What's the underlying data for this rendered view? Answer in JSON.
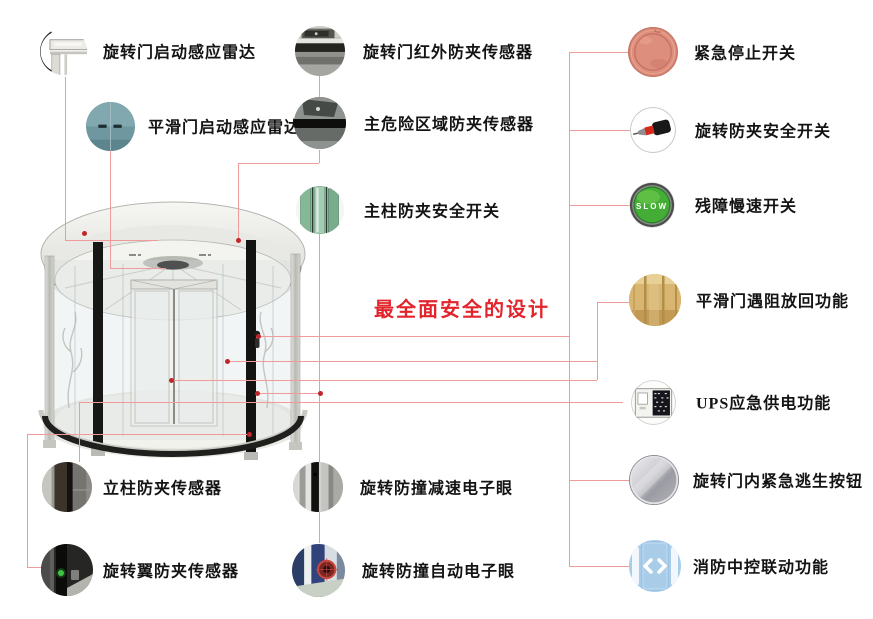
{
  "title": {
    "text": "最全面安全的设计"
  },
  "colors": {
    "accent_red": "#e2242c",
    "connector": "#f09b9b",
    "anchor_dot": "#c2252c",
    "label_text": "#141414",
    "slow_button_green": "#43ad35",
    "stop_button_red": "#de8e7c",
    "fire_icon_blue": "#a9cce9",
    "gold_door": "#d3ae67",
    "teal_sensor": "#6e97a0"
  },
  "items": [
    {
      "id": "door-activation-radar",
      "label": "旋转门启动感应雷达",
      "icon": "door-canopy-corner-photo"
    },
    {
      "id": "revolving-door-ir-anti-pinch-sensor",
      "label": "旋转门红外防夹传感器",
      "icon": "metal-band-sensor-photo"
    },
    {
      "id": "emergency-stop-switch",
      "label": "紧急停止开关",
      "icon": "red-stop-button-photo"
    },
    {
      "id": "sliding-door-activation-radar",
      "label": "平滑门启动感应雷达",
      "icon": "teal-radar-sensor-photo"
    },
    {
      "id": "main-danger-zone-anti-pinch-sensor",
      "label": "主危险区域防夹传感器",
      "icon": "dark-band-sensor-photo"
    },
    {
      "id": "rotation-anti-pinch-safety-switch",
      "label": "旋转防夹安全开关",
      "icon": "probe-sensor-photo"
    },
    {
      "id": "main-post-anti-pinch-safety-switch",
      "label": "主柱防夹安全开关",
      "icon": "glass-post-photo"
    },
    {
      "id": "disabled-slow-switch",
      "label": "残障慢速开关",
      "icon": "green-slow-button-photo",
      "button_text": "SLOW"
    },
    {
      "id": "sliding-door-obstacle-return",
      "label": "平滑门遇阻放回功能",
      "icon": "gold-door-panel-photo"
    },
    {
      "id": "ups-emergency-power",
      "label": "UPS应急供电功能",
      "icon": "ups-box-photo"
    },
    {
      "id": "post-anti-pinch-sensor",
      "label": "立柱防夹传感器",
      "icon": "door-post-photo"
    },
    {
      "id": "rotation-anti-collision-deceleration-eye",
      "label": "旋转防撞减速电子眼",
      "icon": "stripe-eye-photo"
    },
    {
      "id": "emergency-escape-button",
      "label": "旋转门内紧急逃生按钮",
      "icon": "metal-disc-photo"
    },
    {
      "id": "rotating-wing-anti-pinch-sensor",
      "label": "旋转翼防夹传感器",
      "icon": "wing-sensor-photo"
    },
    {
      "id": "rotation-anti-collision-auto-eye",
      "label": "旋转防撞自动电子眼",
      "icon": "blue-eye-photo"
    },
    {
      "id": "fire-control-linkage",
      "label": "消防中控联动功能",
      "icon": "blue-fire-door-icon"
    }
  ]
}
